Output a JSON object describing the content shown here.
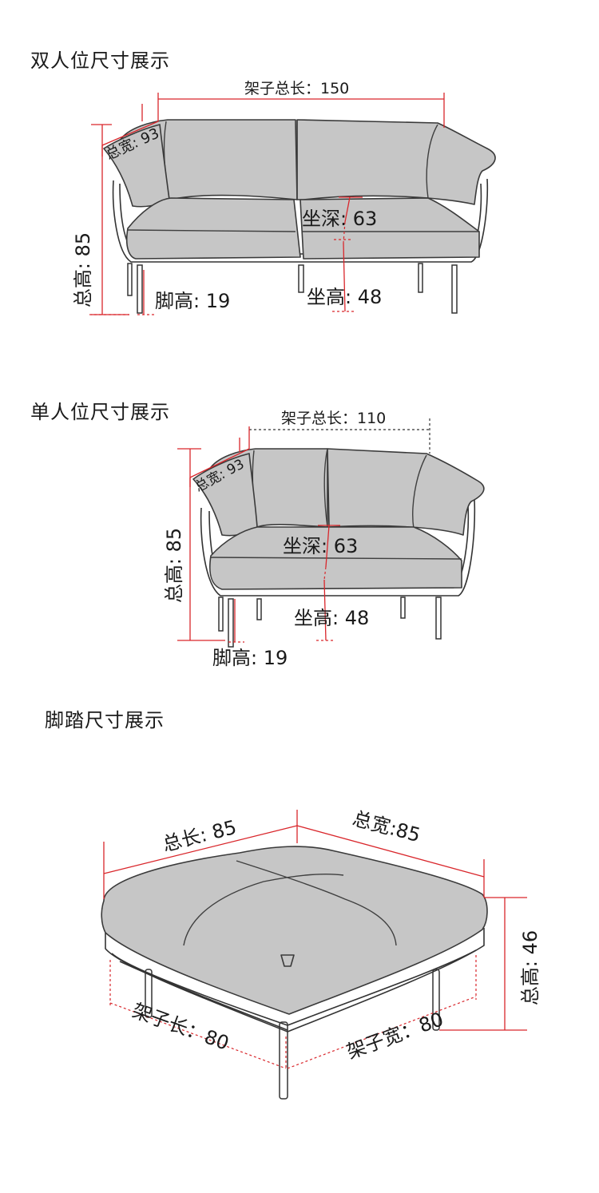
{
  "sections": {
    "double": {
      "title": "双人位尺寸展示",
      "frame_length": "架子总长：150",
      "total_width": "总宽: 93",
      "total_height": "总高: 85",
      "seat_depth": "坐深: 63",
      "leg_height": "脚高: 19",
      "seat_height": "坐高: 48"
    },
    "single": {
      "title": "单人位尺寸展示",
      "frame_length": "架子总长：110",
      "total_width": "总宽: 93",
      "total_height": "总高: 85",
      "seat_depth": "坐深: 63",
      "seat_height": "坐高: 48",
      "leg_height": "脚高: 19"
    },
    "ottoman": {
      "title": "脚踏尺寸展示",
      "total_length": "总长: 85",
      "total_width": "总宽:85",
      "total_height": "总高: 46",
      "frame_length": "架子长：80",
      "frame_width": "架子宽：80"
    }
  },
  "colors": {
    "upholstery": "#c6c6c6",
    "dimension_line": "#d9262b",
    "outline": "#333333"
  }
}
